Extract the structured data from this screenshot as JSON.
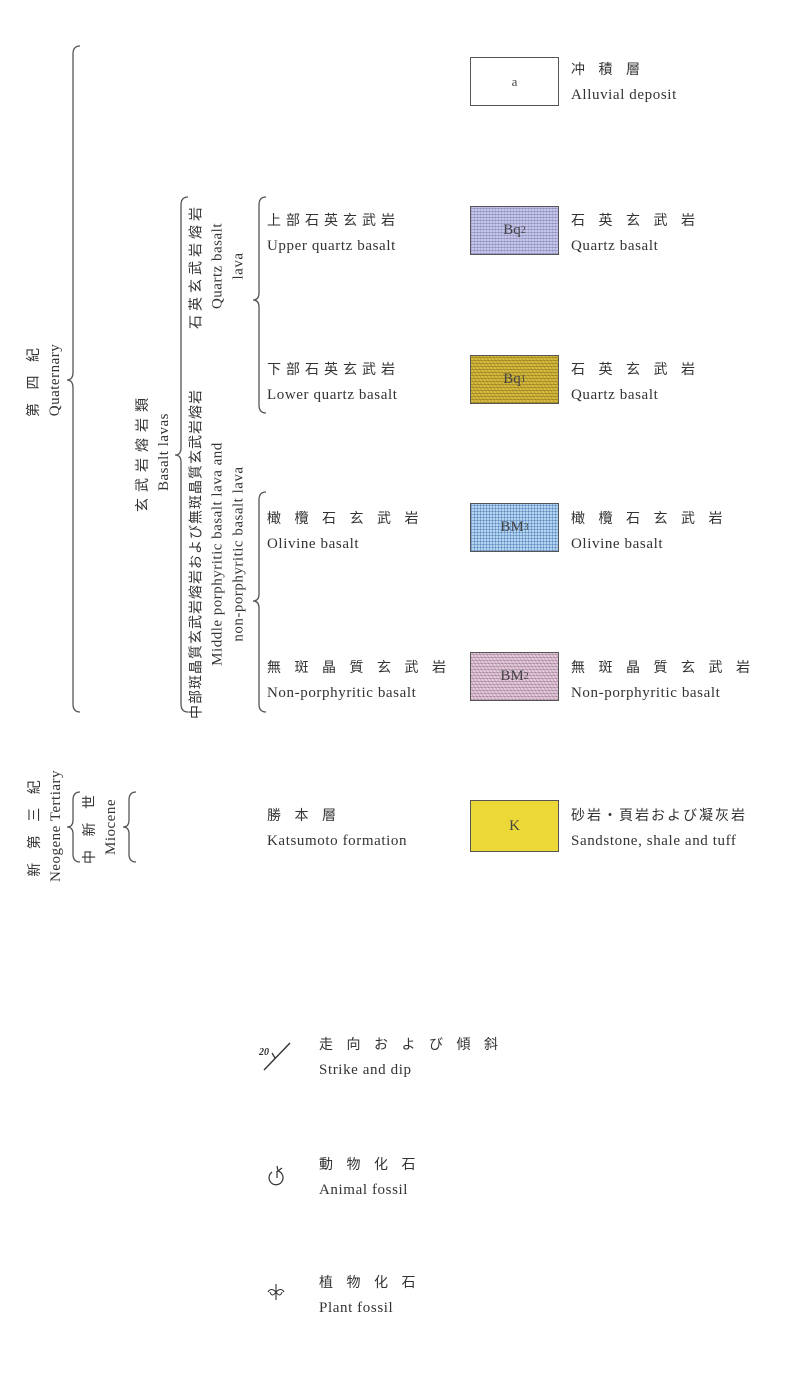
{
  "periods": {
    "quaternary": {
      "jp": "第 四 紀",
      "en": "Quaternary"
    },
    "neogene": {
      "jp": "新 第 三 紀",
      "en": "Neogene Tertiary"
    },
    "miocene": {
      "jp": "中 新 世",
      "en": "Miocene"
    }
  },
  "groups": {
    "basalt_lavas": {
      "jp": "玄武岩熔岩類",
      "en": "Basalt lavas"
    },
    "quartz_basalt_lava": {
      "jp": "石英玄武岩熔岩",
      "en1": "Quartz basalt",
      "en2": "lava"
    },
    "middle_porphyritic": {
      "jp": "中部斑晶質玄武岩熔岩および無斑晶質玄武岩熔岩",
      "en1": "Middle porphyritic basalt lava and",
      "en2": "non-porphyritic basalt lava"
    }
  },
  "units": [
    {
      "jp": "",
      "en": "",
      "symbol": "a",
      "sub": "",
      "color": "#ffffff",
      "desc_jp": "冲 積 層",
      "desc_en": "Alluvial deposit"
    },
    {
      "jp": "上部石英玄武岩",
      "en": "Upper quartz basalt",
      "symbol": "Bq",
      "sub": "2",
      "color": "#c5c6ea",
      "desc_jp": "石 英 玄 武 岩",
      "desc_en": "Quartz basalt"
    },
    {
      "jp": "下部石英玄武岩",
      "en": "Lower quartz basalt",
      "symbol": "Bq",
      "sub": "1",
      "color": "#d7bb3f",
      "desc_jp": "石 英 玄 武 岩",
      "desc_en": "Quartz basalt"
    },
    {
      "jp": "橄 欖 石 玄 武 岩",
      "en": "Olivine basalt",
      "symbol": "BM",
      "sub": "3",
      "color": "#b3d6f1",
      "desc_jp": "橄 欖 石 玄 武 岩",
      "desc_en": "Olivine basalt"
    },
    {
      "jp": "無 斑 晶 質 玄 武 岩",
      "en": "Non-porphyritic basalt",
      "symbol": "BM",
      "sub": "2",
      "color": "#e2ccdc",
      "desc_jp": "無 斑 晶 質 玄 武 岩",
      "desc_en": "Non-porphyritic basalt"
    },
    {
      "jp": "勝 本 層",
      "en": "Katsumoto formation",
      "symbol": "K",
      "sub": "",
      "color": "#ecd937",
      "desc_jp": "砂岩・頁岩および凝灰岩",
      "desc_en": "Sandstone, shale and tuff"
    }
  ],
  "symbols": [
    {
      "icon": "strike-dip-icon",
      "value": "20",
      "jp": "走 向 お よ び 傾 斜",
      "en": "Strike and dip"
    },
    {
      "icon": "animal-fossil-icon",
      "jp": "動 物 化 石",
      "en": "Animal fossil"
    },
    {
      "icon": "plant-fossil-icon",
      "jp": "植 物 化 石",
      "en": "Plant fossil"
    }
  ]
}
